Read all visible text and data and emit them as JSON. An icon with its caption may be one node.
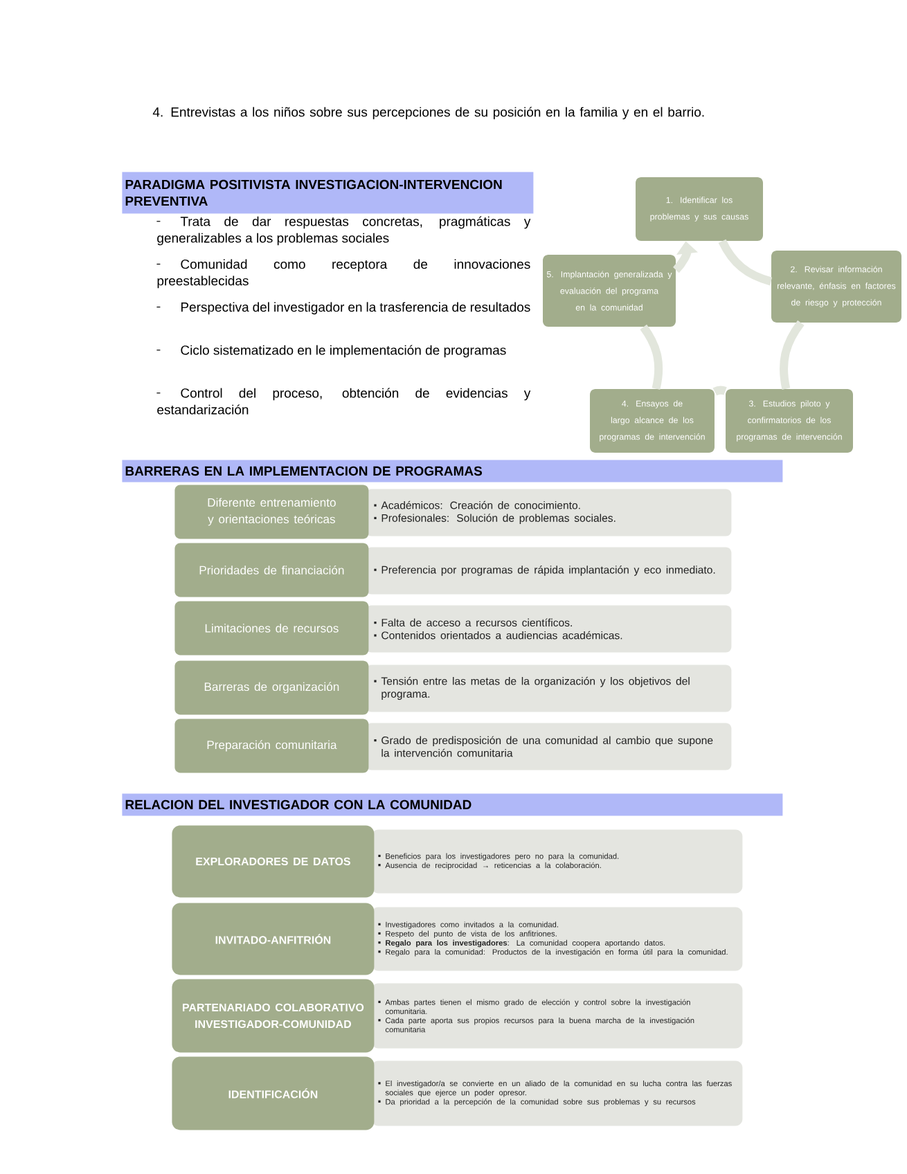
{
  "diagram": {
    "nodes": [
      {
        "text": [
          "PARADIGMA POSITIVISTA INVESTIGACION-INTERVENCION PREVENTIVA"
        ]
      },
      {
        "text": [
          "1. Identificar los problemas y sus causas"
        ]
      },
      {
        "text": [
          "2. Revisar información relevante, énfasis en factores de riesgo y protección"
        ]
      },
      {
        "text": [
          "3. Estudios piloto y confirmatorios de los programas de intervención"
        ]
      },
      {
        "text": [
          "4. Ensayos de largo alcance de los programas de intervención"
        ]
      },
      {
        "text": [
          "5. Implantación generalizada y evaluación del programa en la comunidad"
        ]
      },
      {
        "text": [
          "BARRERAS EN LA IMPLEMENTACION DE PROGRAMAS"
        ]
      },
      {
        "text": [
          "Diferente entrenamiento y orientaciones teóricas"
        ]
      },
      {
        "text": [
          "Académicos: Creación de conocimiento.",
          "Profesionales: Solución de problemas sociales."
        ]
      },
      {
        "text": [
          "Prioridades de financiación"
        ]
      },
      {
        "text": [
          "Preferencia por programas de rápida implantación y eco inmediato."
        ]
      },
      {
        "text": [
          "Limitaciones de recursos"
        ]
      },
      {
        "text": [
          "Falta de acceso a recursos científicos.",
          "Contenidos orientados a audiencias académicas."
        ]
      },
      {
        "text": [
          "Barreras de organización"
        ]
      },
      {
        "text": [
          "Tensión entre las metas de la organización y los objetivos del programa."
        ]
      },
      {
        "text": [
          "Preparación comunitaria"
        ]
      },
      {
        "text": [
          "Grado de predisposición de una comunidad al cambio que supone la intervención comunitaria"
        ]
      },
      {
        "text": [
          "RELACION DEL INVESTIGADOR CON LA COMUNIDAD"
        ]
      },
      {
        "text": [
          "EXPLORADORES DE DATOS"
        ]
      },
      {
        "text": [
          "Beneficios para los investigadores pero no para la comunidad.",
          "Ausencia de reciprocidad → reticencias a la colaboración."
        ]
      },
      {
        "text": [
          "INVITADO-ANFITRIÓN"
        ]
      },
      {
        "text": [
          "Investigadores como invitados a la comunidad.",
          "Respeto del punto de vista de los anfitriones.",
          "**Regalo para los investigadores**: La comunidad coopera aportando datos.",
          "Regalo para la comunidad: Productos de la investigación en forma útil para la comunidad."
        ]
      },
      {
        "text": [
          "PARTENARIADO COLABORATIVO INVESTIGADOR-COMUNIDAD"
        ]
      },
      {
        "text": [
          "Ambas partes tienen el mismo grado de elección y control sobre la investigación comunitaria.",
          "Cada parte aporta sus propios recursos para la buena marcha de la investigación comunitaria"
        ]
      },
      {
        "text": [
          "IDENTIFICACIÓN"
        ]
      },
      {
        "text": [
          "El investigador/a se convierte en un aliado de la comunidad en su lucha contra las fuerzas sociales que ejerce un poder opresor.",
          "Da prioridad a la percepción de la comunidad sobre sus problemas y su recursos"
        ]
      }
    ],
    "edges": [
      {
        "from": 1,
        "to": 2,
        "arrow": "none",
        "color": "#e2e6dc"
      },
      {
        "from": 2,
        "to": 3,
        "arrow": "none",
        "color": "#e2e6dc"
      },
      {
        "from": 3,
        "to": 4,
        "arrow": "none",
        "color": "#e2e6dc"
      },
      {
        "from": 4,
        "to": 5,
        "arrow": "none",
        "color": "#e2e6dc"
      },
      {
        "from": 5,
        "to": 1,
        "arrow": "to",
        "color": "#e2e6dc"
      }
    ],
    "labels": [
      "4. Entrevistas a los niños sobre sus percepciones de su posición en la familia y en el barrio.",
      "Trata de dar respuestas concretas, pragmáticas y generalizables a los problemas sociales",
      "Comunidad como receptora de innovaciones preestablecidas",
      "Perspectiva del investigador en la trasferencia de resultados",
      "Ciclo sistematizado en le implementación de programas",
      "Control del proceso, obtención de evidencias y estandarización"
    ]
  }
}
